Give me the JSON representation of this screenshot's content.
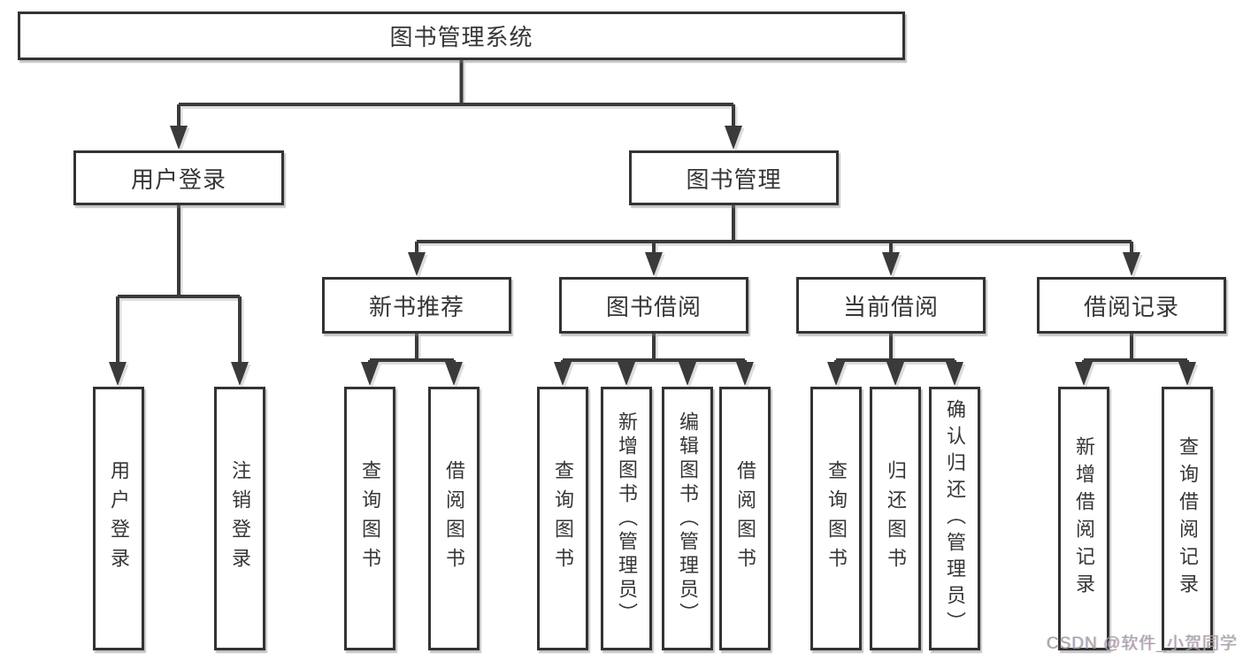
{
  "diagram": {
    "root": {
      "label": "图书管理系统"
    },
    "level2": [
      {
        "label": "用户登录"
      },
      {
        "label": "图书管理"
      }
    ],
    "level3": [
      {
        "label": "新书推荐"
      },
      {
        "label": "图书借阅"
      },
      {
        "label": "当前借阅"
      },
      {
        "label": "借阅记录"
      }
    ],
    "leaves": [
      {
        "label": "用户登录"
      },
      {
        "label": "注销登录"
      },
      {
        "label": "查询图书"
      },
      {
        "label": "借阅图书"
      },
      {
        "label": "查询图书"
      },
      {
        "label": "新增图书（管理员）"
      },
      {
        "label": "编辑图书（管理员）"
      },
      {
        "label": "借阅图书"
      },
      {
        "label": "查询图书"
      },
      {
        "label": "归还图书"
      },
      {
        "label": "确认归还（管理员）"
      },
      {
        "label": "新增借阅记录"
      },
      {
        "label": "查询借阅记录"
      }
    ]
  },
  "watermark": {
    "text": "CSDN @软件_小贺同学"
  },
  "colors": {
    "line": "#3a3a3a",
    "line_shadow": "#bdbdbd",
    "box_border": "#333333",
    "text": "#363636",
    "watermark": "#9e9e9e",
    "background": "#ffffff"
  }
}
